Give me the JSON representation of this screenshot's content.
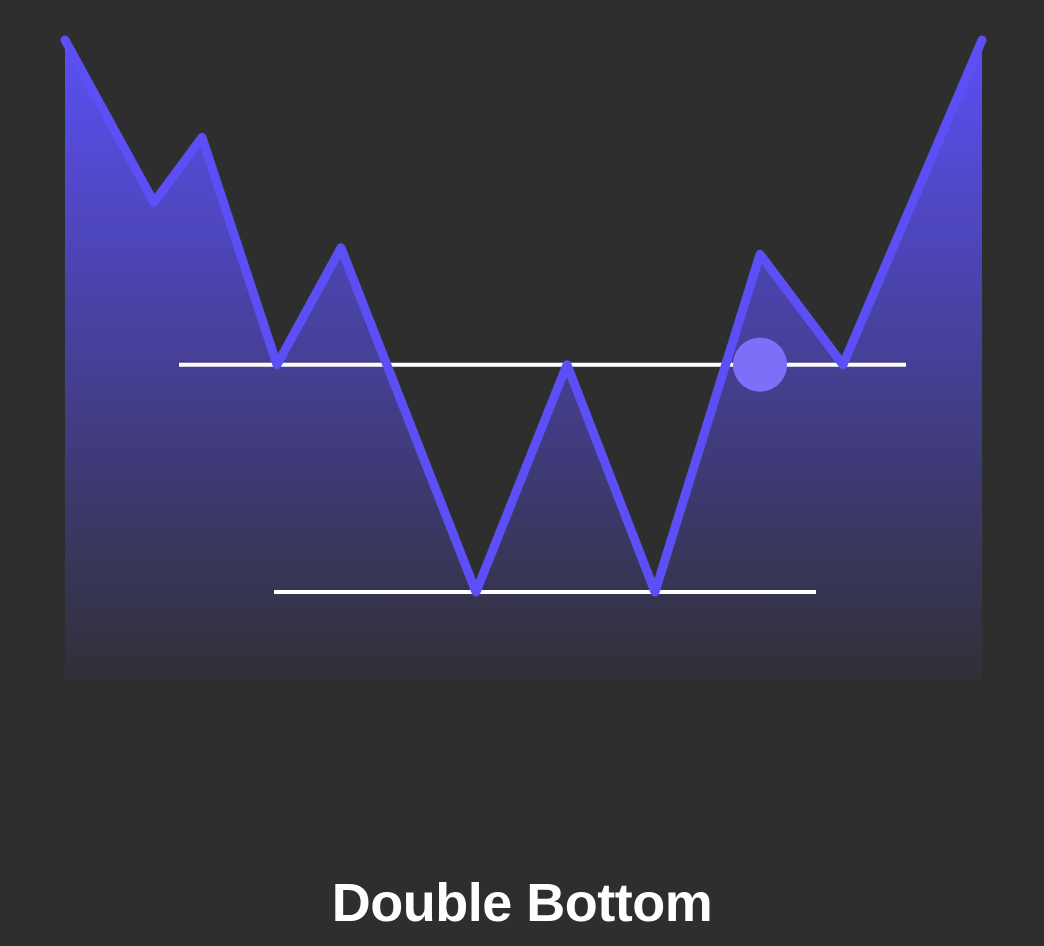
{
  "title": "Double Bottom",
  "colors": {
    "background": "#2e2e2e",
    "price_line": "#5b4ff5",
    "area_fill_top": "#5b4ff5",
    "area_fill_bottom": "#303036",
    "level_lines": "#ffffff",
    "breakout_marker": "#7b70f7"
  },
  "pattern": {
    "name": "double-bottom",
    "price_path": [
      100,
      75,
      85,
      50,
      68,
      15,
      50,
      15,
      67,
      50,
      100
    ],
    "resistance_level": 50,
    "support_level": 15,
    "breakout_index": 8
  }
}
